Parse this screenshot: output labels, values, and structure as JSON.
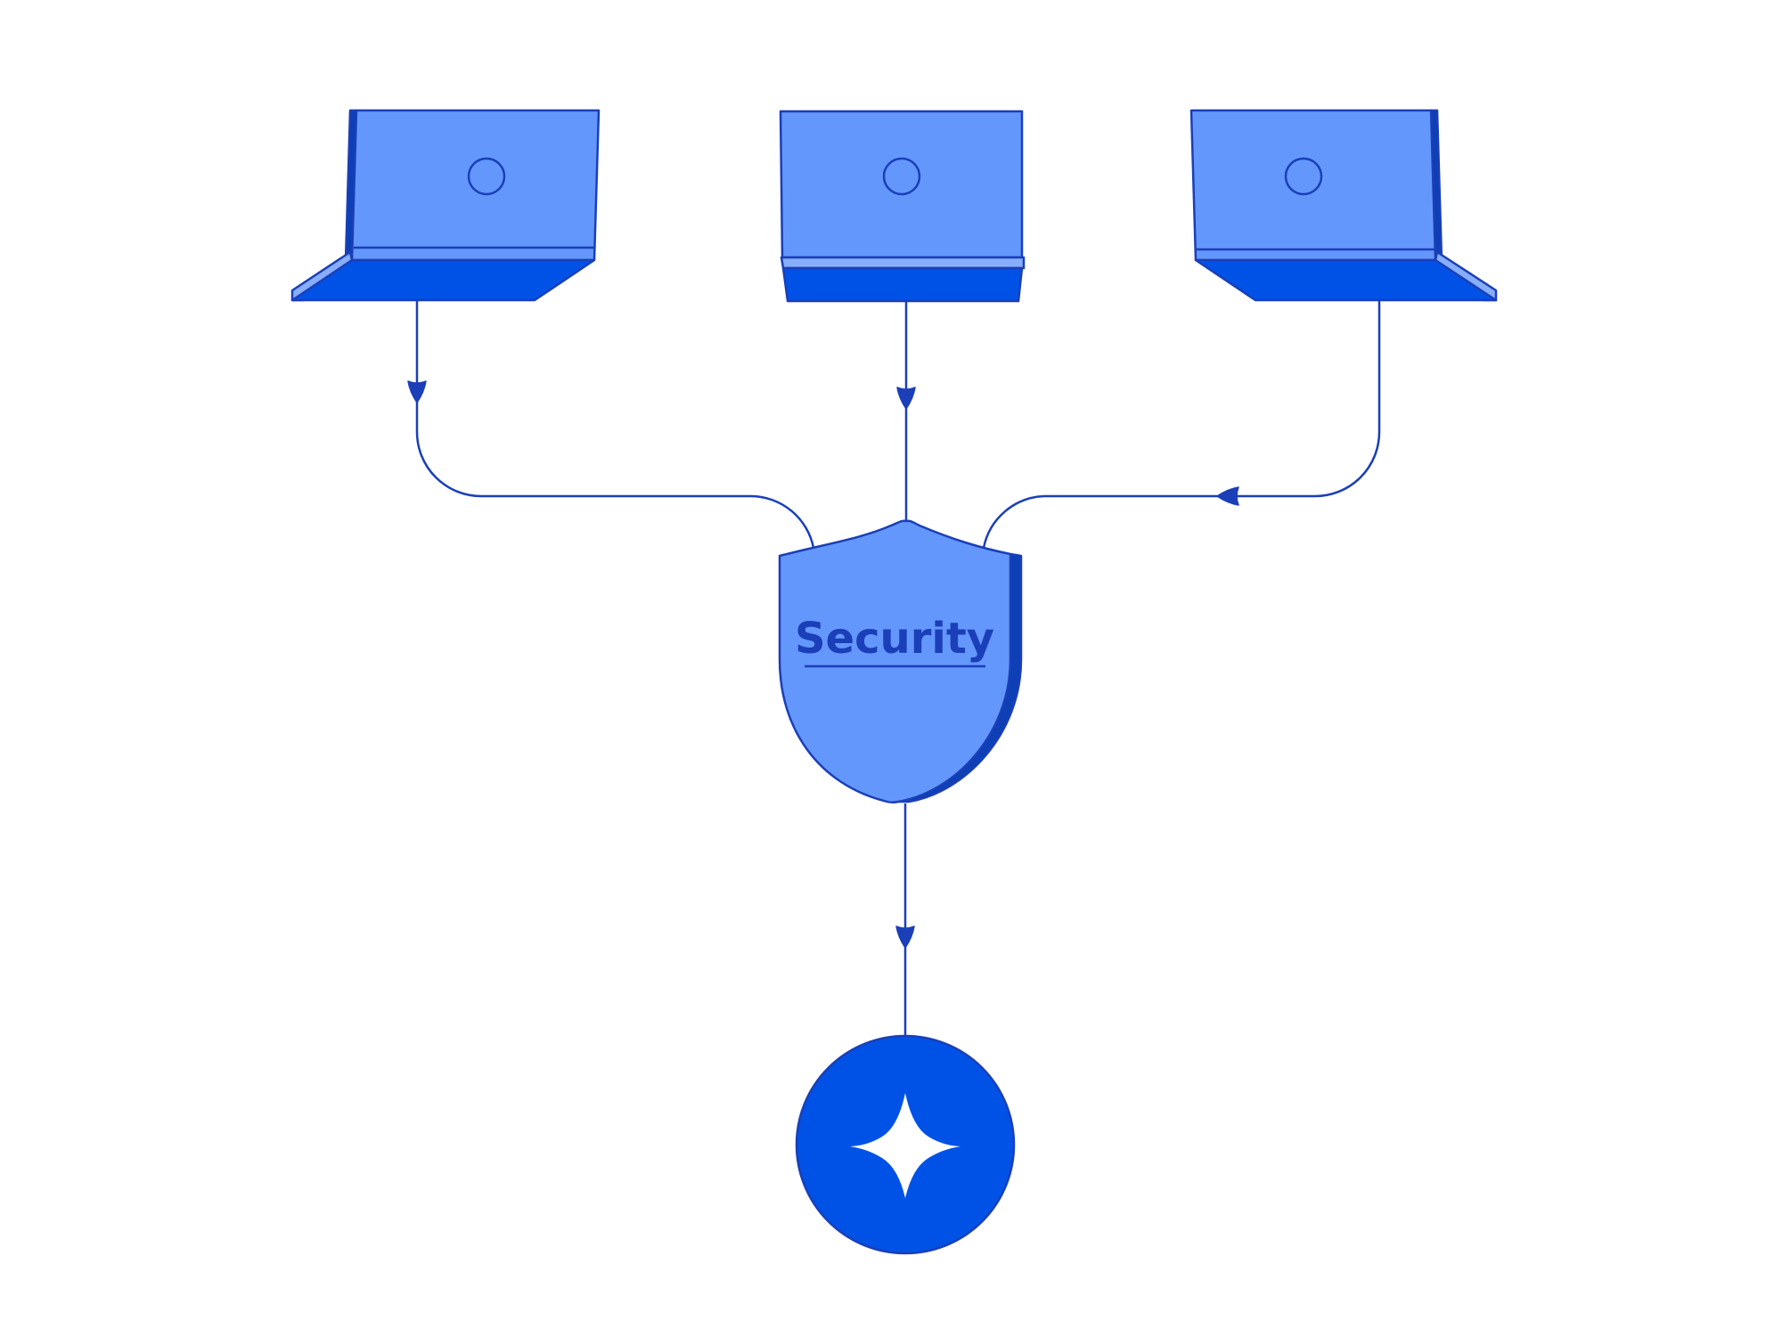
{
  "colors": {
    "background": "#ffffff",
    "stroke": "#1a3fb8",
    "screen_fill": "#6497fc",
    "base_fill": "#0052e6",
    "hinge_fill": "#87aefc",
    "shade_fill": "#0d3fb5",
    "star_fill": "#ffffff"
  },
  "nodes": {
    "laptop_left": {
      "icon": "laptop-icon",
      "screen_icon": "circle"
    },
    "laptop_center": {
      "icon": "laptop-icon",
      "screen_icon": "circle"
    },
    "laptop_right": {
      "icon": "laptop-icon",
      "screen_icon": "circle"
    },
    "shield": {
      "icon": "shield-icon",
      "label": "Security"
    },
    "ai_node": {
      "icon": "sparkle-icon"
    }
  },
  "edges": [
    {
      "from": "laptop_left",
      "to": "shield"
    },
    {
      "from": "laptop_center",
      "to": "shield"
    },
    {
      "from": "laptop_right",
      "to": "shield"
    },
    {
      "from": "shield",
      "to": "ai_node"
    }
  ]
}
